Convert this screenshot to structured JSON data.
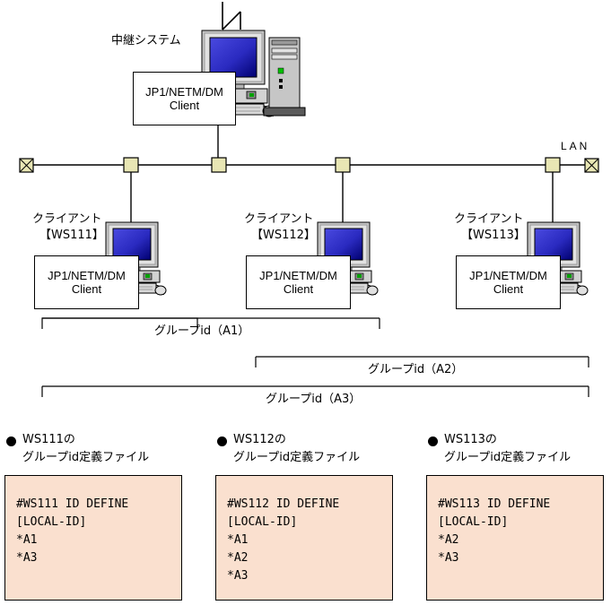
{
  "diagram": {
    "title": "JP1/NETM/DM group id network configuration",
    "colors": {
      "lan_node_fill": "#e8e6b4",
      "deffile_fill": "#fae0cf",
      "screen_blue_light": "#3a3ad8",
      "screen_blue_dark": "#000080",
      "case_gray": "#c6c6c6",
      "case_dark": "#808080",
      "line": "#000000"
    },
    "relay": {
      "caption": "中継システム",
      "box_line1": "JP1/NETM/DM",
      "box_line2": "Client",
      "icon": "desktop-computer-with-tower-icon",
      "antenna_icon": "network-uplink-icon"
    },
    "lan": {
      "label": "LAN",
      "left_terminator_icon": "bus-terminator-icon",
      "right_terminator_icon": "bus-terminator-icon",
      "taps": 4
    },
    "clients": [
      {
        "caption_line1": "クライアント",
        "caption_line2": "【WS111】",
        "box_line1": "JP1/NETM/DM",
        "box_line2": "Client",
        "icon": "desktop-computer-icon"
      },
      {
        "caption_line1": "クライアント",
        "caption_line2": "【WS112】",
        "box_line1": "JP1/NETM/DM",
        "box_line2": "Client",
        "icon": "desktop-computer-icon"
      },
      {
        "caption_line1": "クライアント",
        "caption_line2": "【WS113】",
        "box_line1": "JP1/NETM/DM",
        "box_line2": "Client",
        "icon": "desktop-computer-icon"
      }
    ],
    "groups": [
      {
        "label": "グループid（A1）"
      },
      {
        "label": "グループid（A2）"
      },
      {
        "label": "グループid（A3）"
      }
    ],
    "definition_files": [
      {
        "caption_line1": "WS111の",
        "caption_line2": "グループid定義ファイル",
        "bullet_icon": "filled-circle-bullet-icon",
        "lines": [
          "#WS111 ID DEFINE",
          "[LOCAL-ID]",
          "*A1",
          "*A3"
        ]
      },
      {
        "caption_line1": "WS112の",
        "caption_line2": "グループid定義ファイル",
        "bullet_icon": "filled-circle-bullet-icon",
        "lines": [
          "#WS112 ID DEFINE",
          "[LOCAL-ID]",
          "*A1",
          "*A2",
          "*A3"
        ]
      },
      {
        "caption_line1": "WS113の",
        "caption_line2": "グループid定義ファイル",
        "bullet_icon": "filled-circle-bullet-icon",
        "lines": [
          "#WS113 ID DEFINE",
          "[LOCAL-ID]",
          "*A2",
          "*A3"
        ]
      }
    ]
  }
}
